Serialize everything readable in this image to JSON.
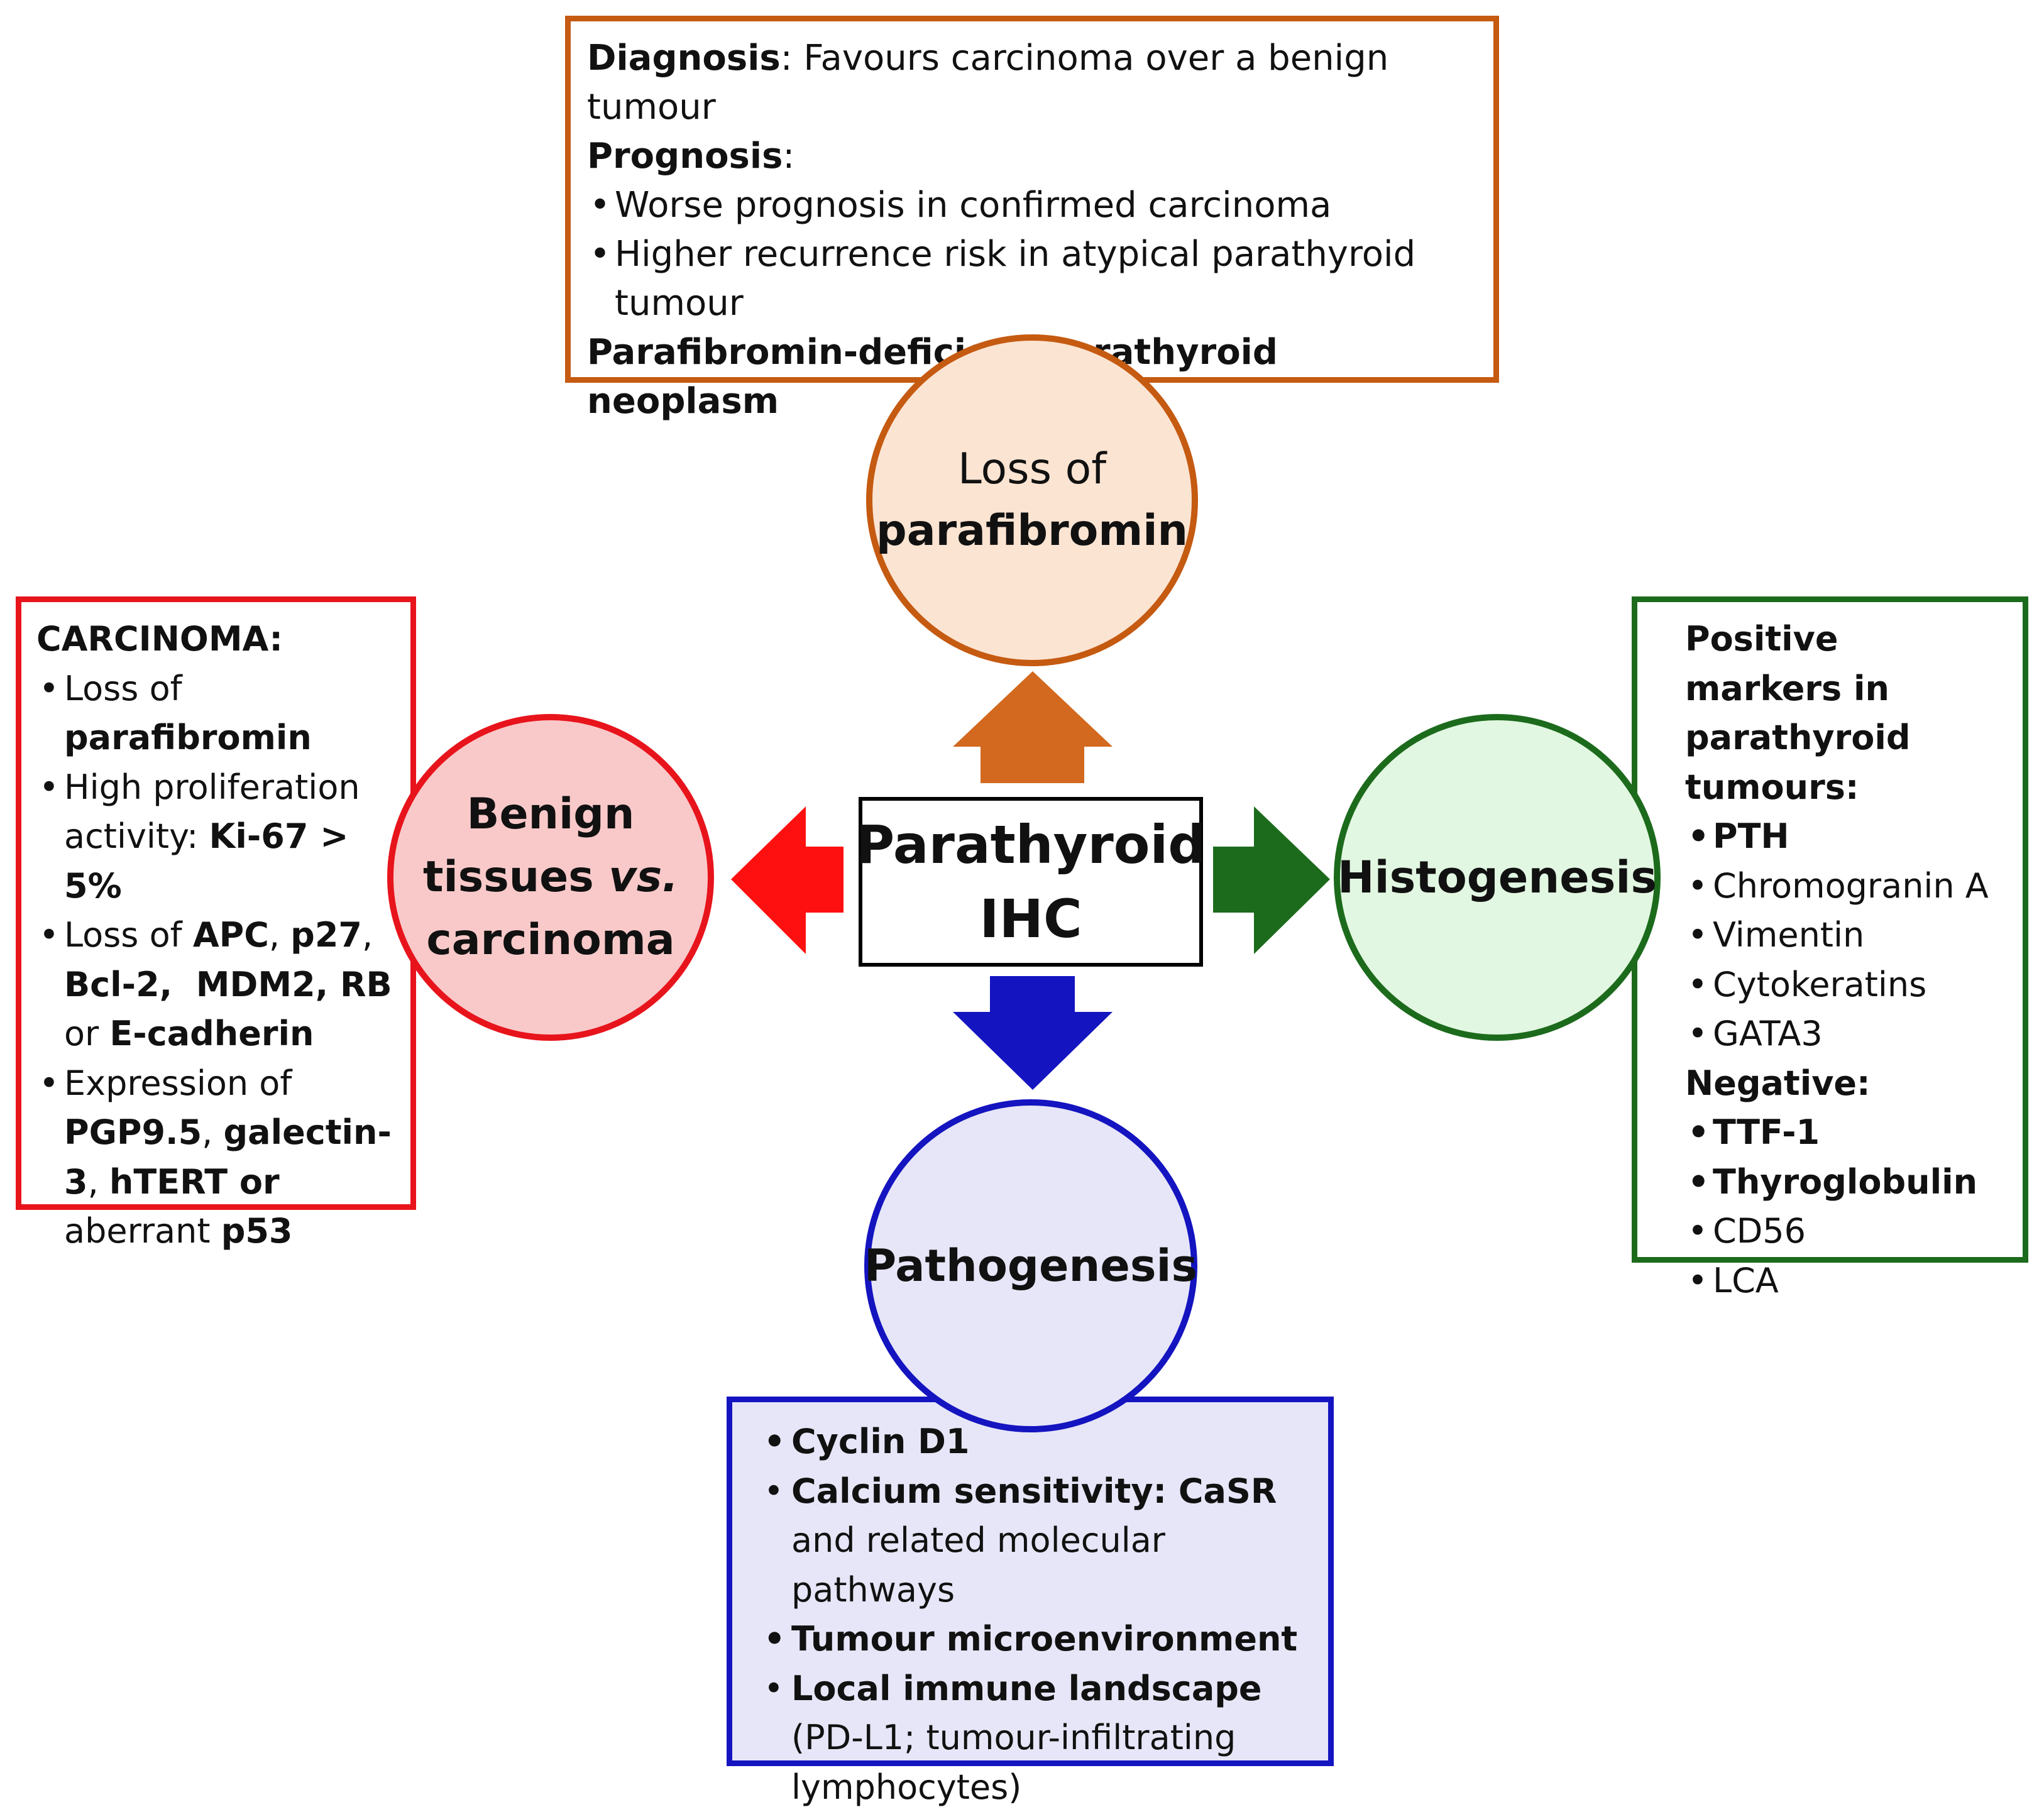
{
  "colors": {
    "top": "#C55A11",
    "left": "#E8141C",
    "right": "#1C6B1C",
    "bottom": "#1414C0"
  },
  "center": {
    "line1": "Parathyroid",
    "line2": "IHC"
  },
  "top": {
    "circle": {
      "line1": "Loss of",
      "line2": "parafibromin"
    },
    "box": {
      "diagnosis_label": "Diagnosis",
      "diagnosis_text": ": Favours carcinoma over a benign tumour",
      "prognosis_label": "Prognosis",
      "prognosis_colon": ":",
      "bullets": [
        "Worse prognosis in confirmed carcinoma",
        "Higher recurrence risk in atypical parathyroid tumour"
      ],
      "footer": "Parafibromin-deficient parathyroid neoplasm"
    }
  },
  "left": {
    "circle": {
      "line1": "Benign",
      "line2a": "tissues ",
      "line2b": "vs.",
      "line3": "carcinoma"
    },
    "box": {
      "heading": "CARCINOMA:",
      "b1_a": "Loss of ",
      "b1_b": "parafibromin",
      "b2_a": "High proliferation activity: ",
      "b2_b": "Ki-67 > 5%",
      "b3_a": "Loss of ",
      "b3_b": "APC",
      "b3_c": ", ",
      "b3_d": "p27",
      "b3_e": ", ",
      "b3_f": "Bcl-2,  MDM2, RB",
      "b3_g": " or ",
      "b3_h": "E-cadherin",
      "b4_a": "Expression of ",
      "b4_b": "PGP9.5",
      "b4_c": ", ",
      "b4_d": "galectin-3",
      "b4_e": ", ",
      "b4_f": "hTERT or",
      "b4_g": " aberrant ",
      "b4_h": "p53"
    }
  },
  "right": {
    "circle": {
      "label": "Histogenesis"
    },
    "box": {
      "heading": "Positive markers in parathyroid tumours:",
      "positive": [
        "PTH",
        "Chromogranin A",
        "Vimentin",
        "Cytokeratins",
        "GATA3"
      ],
      "negative_heading": "Negative:",
      "negative": [
        "TTF-1",
        "Thyroglobulin",
        "CD56",
        "LCA"
      ]
    }
  },
  "bottom": {
    "circle": {
      "label": "Pathogenesis"
    },
    "box": {
      "b1": "Cyclin D1",
      "b2_a": "Calcium sensitivity: CaSR",
      "b2_b": " and related molecular pathways",
      "b3": "Tumour microenvironment",
      "b4_a": "Local immune landscape",
      "b4_b": " (PD-L1; tumour-infiltrating lymphocytes)"
    }
  }
}
